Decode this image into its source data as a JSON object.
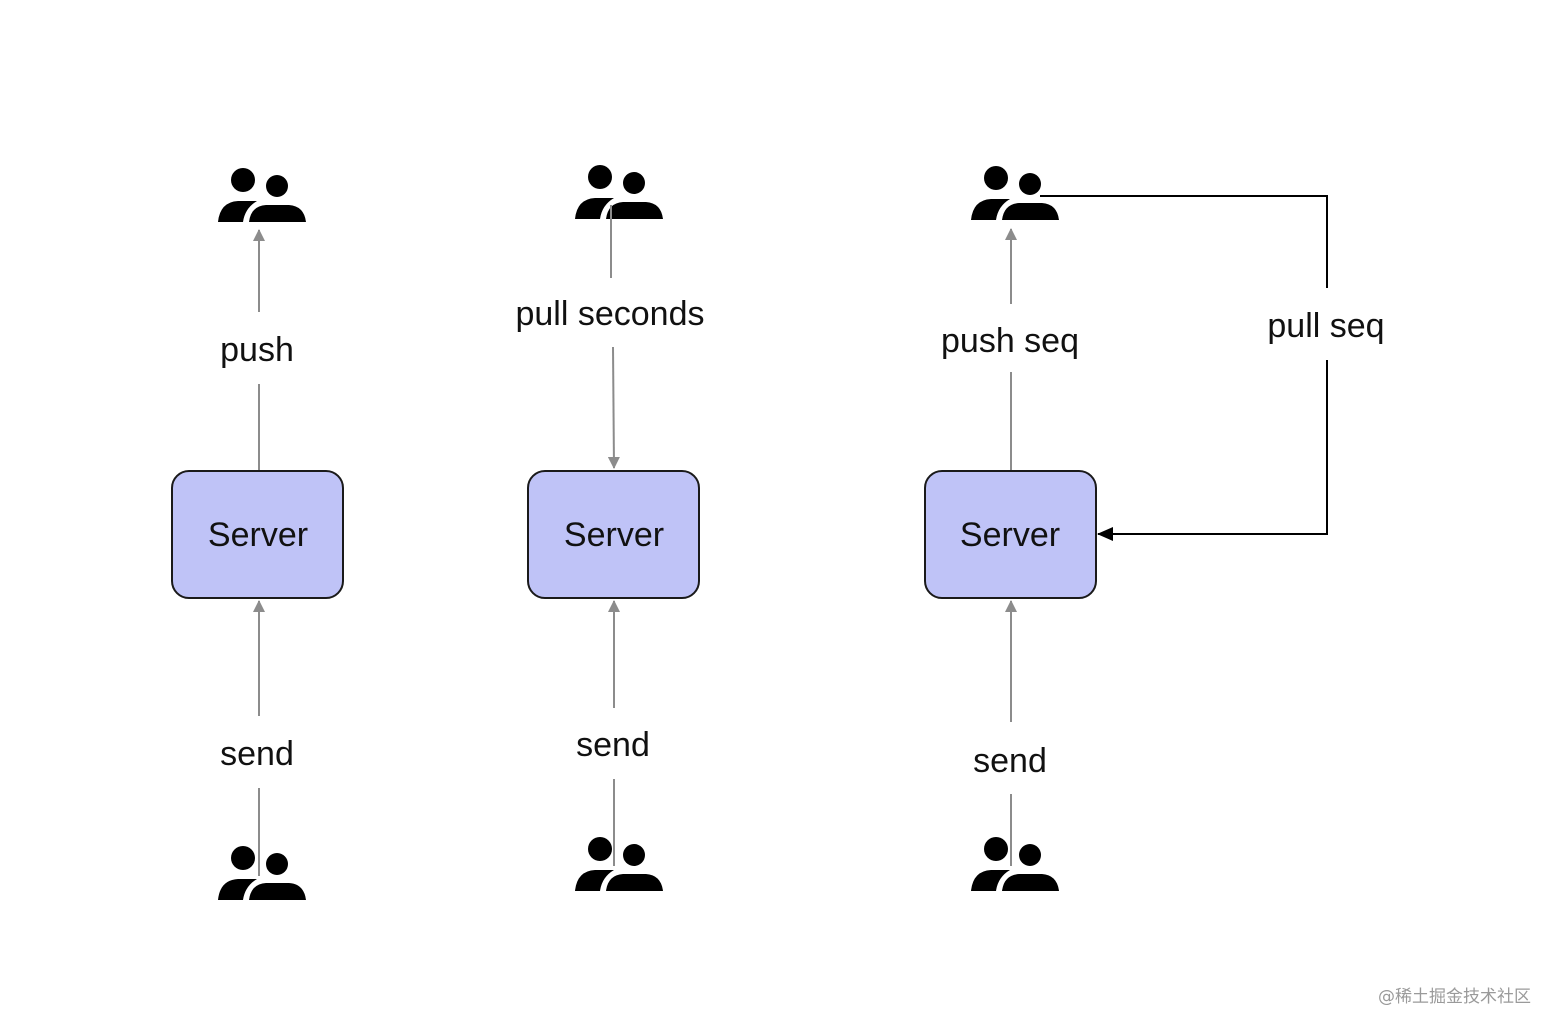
{
  "colors": {
    "server_fill": "#bfc3f7",
    "server_stroke": "#1a1a1a",
    "gray_arrow": "#8c8c8c",
    "black_arrow": "#000000",
    "icon": "#000000",
    "watermark": "#9a9a9a"
  },
  "icons": {
    "users": "users-icon"
  },
  "panels": [
    {
      "server_label": "Server",
      "top_label": "push",
      "bottom_label": "send"
    },
    {
      "server_label": "Server",
      "top_label": "pull seconds",
      "bottom_label": "send"
    },
    {
      "server_label": "Server",
      "top_label": "push seq",
      "bottom_label": "send",
      "side_label": "pull seq"
    }
  ],
  "watermark": "@稀土掘金技术社区"
}
